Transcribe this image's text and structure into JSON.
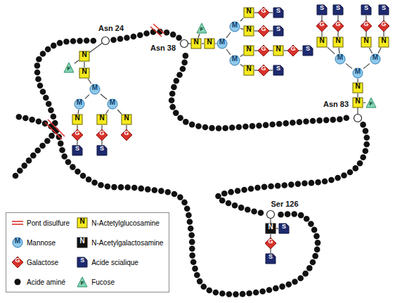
{
  "diagram": {
    "nodes": [
      {
        "text": [
          "F"
        ]
      },
      {
        "text": [
          "N"
        ]
      },
      {
        "text": [
          "N"
        ]
      },
      {
        "text": [
          "M"
        ]
      },
      {
        "text": [
          "M"
        ]
      },
      {
        "text": [
          "M"
        ]
      },
      {
        "text": [
          "N"
        ]
      },
      {
        "text": [
          "G"
        ]
      },
      {
        "text": [
          "S"
        ]
      },
      {
        "text": [
          "N"
        ]
      },
      {
        "text": [
          "G"
        ]
      },
      {
        "text": [
          "S"
        ]
      },
      {
        "text": [
          "N"
        ]
      },
      {
        "text": [
          "G"
        ]
      },
      {
        "text": [
          "F"
        ]
      },
      {
        "text": [
          "N"
        ]
      },
      {
        "text": [
          "N"
        ]
      },
      {
        "text": [
          "M"
        ]
      },
      {
        "text": [
          "M"
        ]
      },
      {
        "text": [
          "M"
        ]
      },
      {
        "text": [
          "N"
        ]
      },
      {
        "text": [
          "G"
        ]
      },
      {
        "text": [
          "S"
        ]
      },
      {
        "text": [
          "N"
        ]
      },
      {
        "text": [
          "G"
        ]
      },
      {
        "text": [
          "S"
        ]
      },
      {
        "text": [
          "N"
        ]
      },
      {
        "text": [
          "G"
        ]
      },
      {
        "text": [
          "N"
        ]
      },
      {
        "text": [
          "G"
        ]
      },
      {
        "text": [
          "S"
        ]
      },
      {
        "text": [
          "N"
        ]
      },
      {
        "text": [
          "G"
        ]
      },
      {
        "text": [
          "S"
        ]
      },
      {
        "text": [
          "N"
        ]
      },
      {
        "text": [
          "F"
        ]
      },
      {
        "text": [
          "N"
        ]
      },
      {
        "text": [
          "M"
        ]
      },
      {
        "text": [
          "M"
        ]
      },
      {
        "text": [
          "M"
        ]
      },
      {
        "text": [
          "N"
        ]
      },
      {
        "text": [
          "G"
        ]
      },
      {
        "text": [
          "S"
        ]
      },
      {
        "text": [
          "N"
        ]
      },
      {
        "text": [
          "G"
        ]
      },
      {
        "text": [
          "S"
        ]
      },
      {
        "text": [
          "N"
        ]
      },
      {
        "text": [
          "G"
        ]
      },
      {
        "text": [
          "S"
        ]
      },
      {
        "text": [
          "N"
        ]
      },
      {
        "text": [
          "G"
        ]
      },
      {
        "text": [
          "S"
        ]
      },
      {
        "text": [
          "N"
        ]
      },
      {
        "text": [
          "S"
        ]
      },
      {
        "text": [
          "G"
        ]
      },
      {
        "text": [
          "S"
        ]
      }
    ],
    "edges": [
      {
        "from": 1,
        "to": 0,
        "arrow": "none"
      },
      {
        "from": 1,
        "to": 2,
        "arrow": "none"
      },
      {
        "from": 2,
        "to": 3,
        "arrow": "none"
      },
      {
        "from": 3,
        "to": 4,
        "arrow": "none"
      },
      {
        "from": 3,
        "to": 5,
        "arrow": "none"
      },
      {
        "from": 4,
        "to": 6,
        "arrow": "none"
      },
      {
        "from": 6,
        "to": 7,
        "arrow": "none"
      },
      {
        "from": 7,
        "to": 8,
        "arrow": "none"
      },
      {
        "from": 5,
        "to": 9,
        "arrow": "none"
      },
      {
        "from": 9,
        "to": 10,
        "arrow": "none"
      },
      {
        "from": 10,
        "to": 11,
        "arrow": "none"
      },
      {
        "from": 5,
        "to": 12,
        "arrow": "none"
      },
      {
        "from": 12,
        "to": 13,
        "arrow": "none"
      },
      {
        "from": 15,
        "to": 14,
        "arrow": "none"
      },
      {
        "from": 15,
        "to": 16,
        "arrow": "none"
      },
      {
        "from": 16,
        "to": 17,
        "arrow": "none"
      },
      {
        "from": 17,
        "to": 18,
        "arrow": "none"
      },
      {
        "from": 17,
        "to": 19,
        "arrow": "none"
      },
      {
        "from": 18,
        "to": 20,
        "arrow": "none"
      },
      {
        "from": 20,
        "to": 21,
        "arrow": "none"
      },
      {
        "from": 21,
        "to": 22,
        "arrow": "none"
      },
      {
        "from": 18,
        "to": 23,
        "arrow": "none"
      },
      {
        "from": 23,
        "to": 24,
        "arrow": "none"
      },
      {
        "from": 24,
        "to": 25,
        "arrow": "none"
      },
      {
        "from": 19,
        "to": 26,
        "arrow": "none"
      },
      {
        "from": 26,
        "to": 27,
        "arrow": "none"
      },
      {
        "from": 27,
        "to": 28,
        "arrow": "none"
      },
      {
        "from": 28,
        "to": 29,
        "arrow": "none"
      },
      {
        "from": 29,
        "to": 30,
        "arrow": "none"
      },
      {
        "from": 19,
        "to": 31,
        "arrow": "none"
      },
      {
        "from": 31,
        "to": 32,
        "arrow": "none"
      },
      {
        "from": 32,
        "to": 33,
        "arrow": "none"
      },
      {
        "from": 34,
        "to": 35,
        "arrow": "none"
      },
      {
        "from": 34,
        "to": 36,
        "arrow": "none"
      },
      {
        "from": 36,
        "to": 37,
        "arrow": "none"
      },
      {
        "from": 37,
        "to": 38,
        "arrow": "none"
      },
      {
        "from": 37,
        "to": 39,
        "arrow": "none"
      },
      {
        "from": 38,
        "to": 40,
        "arrow": "none"
      },
      {
        "from": 40,
        "to": 41,
        "arrow": "none"
      },
      {
        "from": 41,
        "to": 42,
        "arrow": "none"
      },
      {
        "from": 38,
        "to": 43,
        "arrow": "none"
      },
      {
        "from": 43,
        "to": 44,
        "arrow": "none"
      },
      {
        "from": 44,
        "to": 45,
        "arrow": "none"
      },
      {
        "from": 39,
        "to": 46,
        "arrow": "none"
      },
      {
        "from": 46,
        "to": 47,
        "arrow": "none"
      },
      {
        "from": 47,
        "to": 48,
        "arrow": "none"
      },
      {
        "from": 39,
        "to": 49,
        "arrow": "none"
      },
      {
        "from": 49,
        "to": 50,
        "arrow": "none"
      },
      {
        "from": 50,
        "to": 51,
        "arrow": "none"
      },
      {
        "from": 52,
        "to": 53,
        "arrow": "none"
      },
      {
        "from": 52,
        "to": 54,
        "arrow": "none"
      },
      {
        "from": 54,
        "to": 55,
        "arrow": "none"
      }
    ],
    "labels": [
      "Asn 24",
      "Asn 38",
      "Asn 83",
      "Ser 126",
      "N",
      "M",
      "N",
      "G",
      "S",
      "F"
    ],
    "legend": [
      {
        "text": "Pont disulfure"
      },
      {
        "text": "N-Actetylglucosamine"
      },
      {
        "text": "Mannose"
      },
      {
        "text": "N-Acetylgalactosamine"
      },
      {
        "text": "Galactose"
      },
      {
        "text": "Acide scialique"
      },
      {
        "text": "Acide aminé"
      },
      {
        "text": "Fucose"
      }
    ]
  }
}
